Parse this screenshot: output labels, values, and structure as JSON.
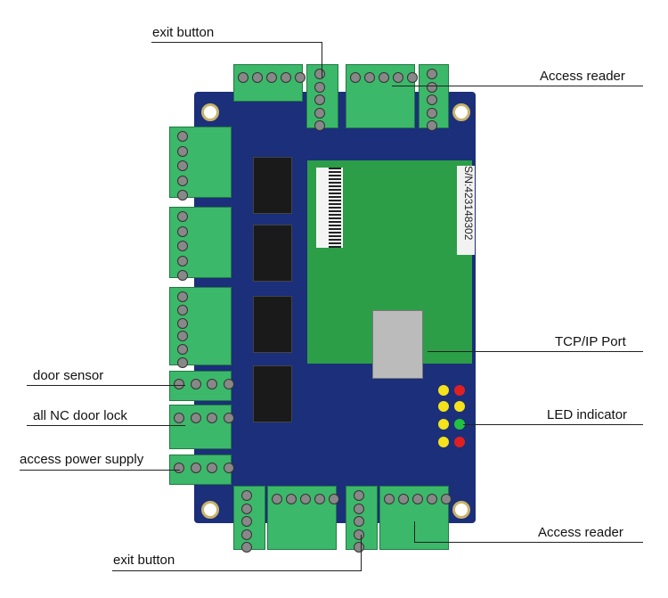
{
  "labels": {
    "exit_button_top": "exit button",
    "access_reader_top": "Access reader",
    "tcp_ip_port": "TCP/IP Port",
    "led_indicator": "LED indicator",
    "access_reader_bottom": "Access reader",
    "exit_button_bottom": "exit button",
    "door_sensor": "door sensor",
    "nc_door_lock": "all NC door lock",
    "access_power_supply": "access power supply"
  },
  "board": {
    "serial_label": "S/N:423148302",
    "colors": {
      "pcb": "#1b2f7a",
      "terminal": "#3cb86a",
      "sub_board": "#2c9e48"
    },
    "led_colors": [
      "#f4e21a",
      "#f4e21a",
      "#f4e21a",
      "#f4e21a",
      "#e02020",
      "#e02020",
      "#22c040",
      "#22c040"
    ]
  }
}
